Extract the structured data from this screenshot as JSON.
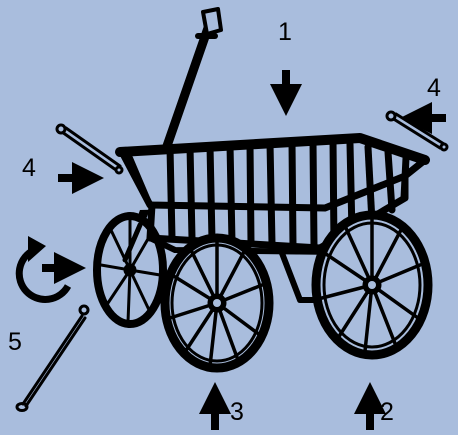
{
  "colors": {
    "background": "#a9bddd",
    "ink": "#000000"
  },
  "labels": {
    "step1": "1",
    "step2": "2",
    "step3": "3",
    "step4_left": "4",
    "step4_right": "4",
    "step5": "5"
  },
  "icons": {
    "cart": "wooden-wagon-icon",
    "bolt": "bolt-icon",
    "crank": "crank-rod-icon",
    "rotate": "rotate-arrow-icon"
  }
}
